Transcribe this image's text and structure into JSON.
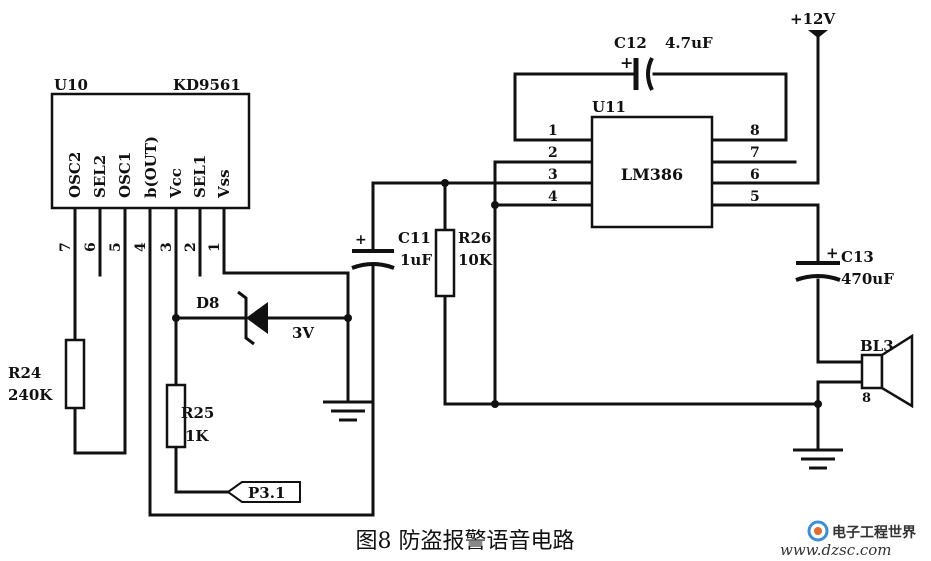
{
  "ic_u10": {
    "ref": "U10",
    "part": "KD9561",
    "pins": [
      {
        "name": "OSC2",
        "num": "7"
      },
      {
        "name": "SEL2",
        "num": "6"
      },
      {
        "name": "OSC1",
        "num": "5"
      },
      {
        "name": "b(OUT)",
        "num": "4"
      },
      {
        "name": "Vcc",
        "num": "3"
      },
      {
        "name": "SEL1",
        "num": "2"
      },
      {
        "name": "Vss",
        "num": "1"
      }
    ]
  },
  "ic_u11": {
    "ref": "U11",
    "part": "LM386",
    "pins_left": [
      "1",
      "2",
      "3",
      "4"
    ],
    "pins_right": [
      "8",
      "7",
      "6",
      "5"
    ]
  },
  "components": {
    "c12": {
      "ref": "C12",
      "value": "4.7uF"
    },
    "c11": {
      "ref": "C11",
      "value": "1uF"
    },
    "r26": {
      "ref": "R26",
      "value": "10K"
    },
    "c13": {
      "ref": "C13",
      "value": "470uF"
    },
    "r24": {
      "ref": "R24",
      "value": "240K"
    },
    "r25": {
      "ref": "R25",
      "value": "1K"
    },
    "d8": {
      "ref": "D8",
      "value": "3V"
    },
    "bl3": {
      "ref": "BL3",
      "pin": "8"
    }
  },
  "net_labels": {
    "supply": "+12V",
    "port": "P3.1"
  },
  "caption": "图8  防盗报警语音电路",
  "watermark": {
    "logo": "电子工程世界",
    "url": "www.dzsc.com"
  }
}
